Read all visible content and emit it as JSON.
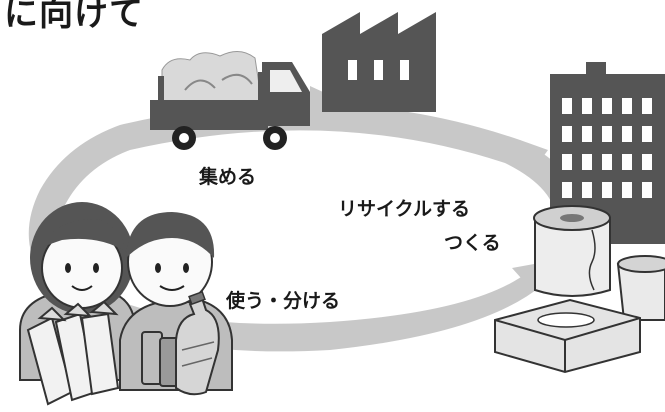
{
  "title": "に向けて",
  "cycle_labels": {
    "collect": "集める",
    "recycle": "リサイクルする",
    "make": "つくる",
    "use": "使う・分ける"
  },
  "colors": {
    "cycle_arrow": "#c8c8c8",
    "dark_gray": "#555555",
    "mid_gray": "#8c8c8c",
    "light_gray": "#d9d9d9",
    "outline": "#222222"
  },
  "icons": [
    "truck-icon",
    "factory-icon",
    "building-icon",
    "toilet-paper-icon",
    "cup-icon",
    "tissue-box-icon",
    "girl-icon",
    "boy-icon",
    "milk-carton-icon",
    "can-icon",
    "pet-bottle-icon"
  ]
}
